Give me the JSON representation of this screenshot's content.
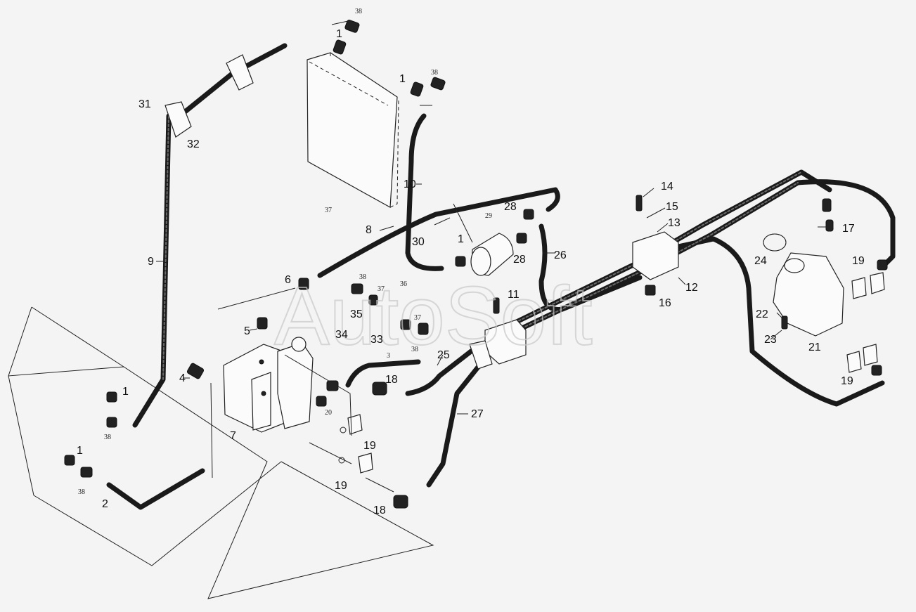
{
  "watermark": "AutoSoft",
  "callouts": {
    "c1a": "1",
    "c1b": "1",
    "c1c": "1",
    "c1d": "1",
    "c1e": "1",
    "c2": "2",
    "c3": "3",
    "c4": "4",
    "c5": "5",
    "c6": "6",
    "c7": "7",
    "c8": "8",
    "c9": "9",
    "c10": "10",
    "c11": "11",
    "c12": "12",
    "c13": "13",
    "c14": "14",
    "c15": "15",
    "c16": "16",
    "c17": "17",
    "c18a": "18",
    "c18b": "18",
    "c19a": "19",
    "c19b": "19",
    "c19c": "19",
    "c19d": "19",
    "c20": "20",
    "c21": "21",
    "c22": "22",
    "c23": "23",
    "c24": "24",
    "c25": "25",
    "c26": "26",
    "c27": "27",
    "c28a": "28",
    "c28b": "28",
    "c29": "29",
    "c30": "30",
    "c31": "31",
    "c32": "32",
    "c33": "33",
    "c34": "34",
    "c35": "35",
    "c36": "36",
    "c37a": "37",
    "c37b": "37",
    "c37c": "37",
    "c38a": "38",
    "c38b": "38",
    "c38c": "38",
    "c38d": "38",
    "c38e": "38",
    "c38f": "38"
  }
}
